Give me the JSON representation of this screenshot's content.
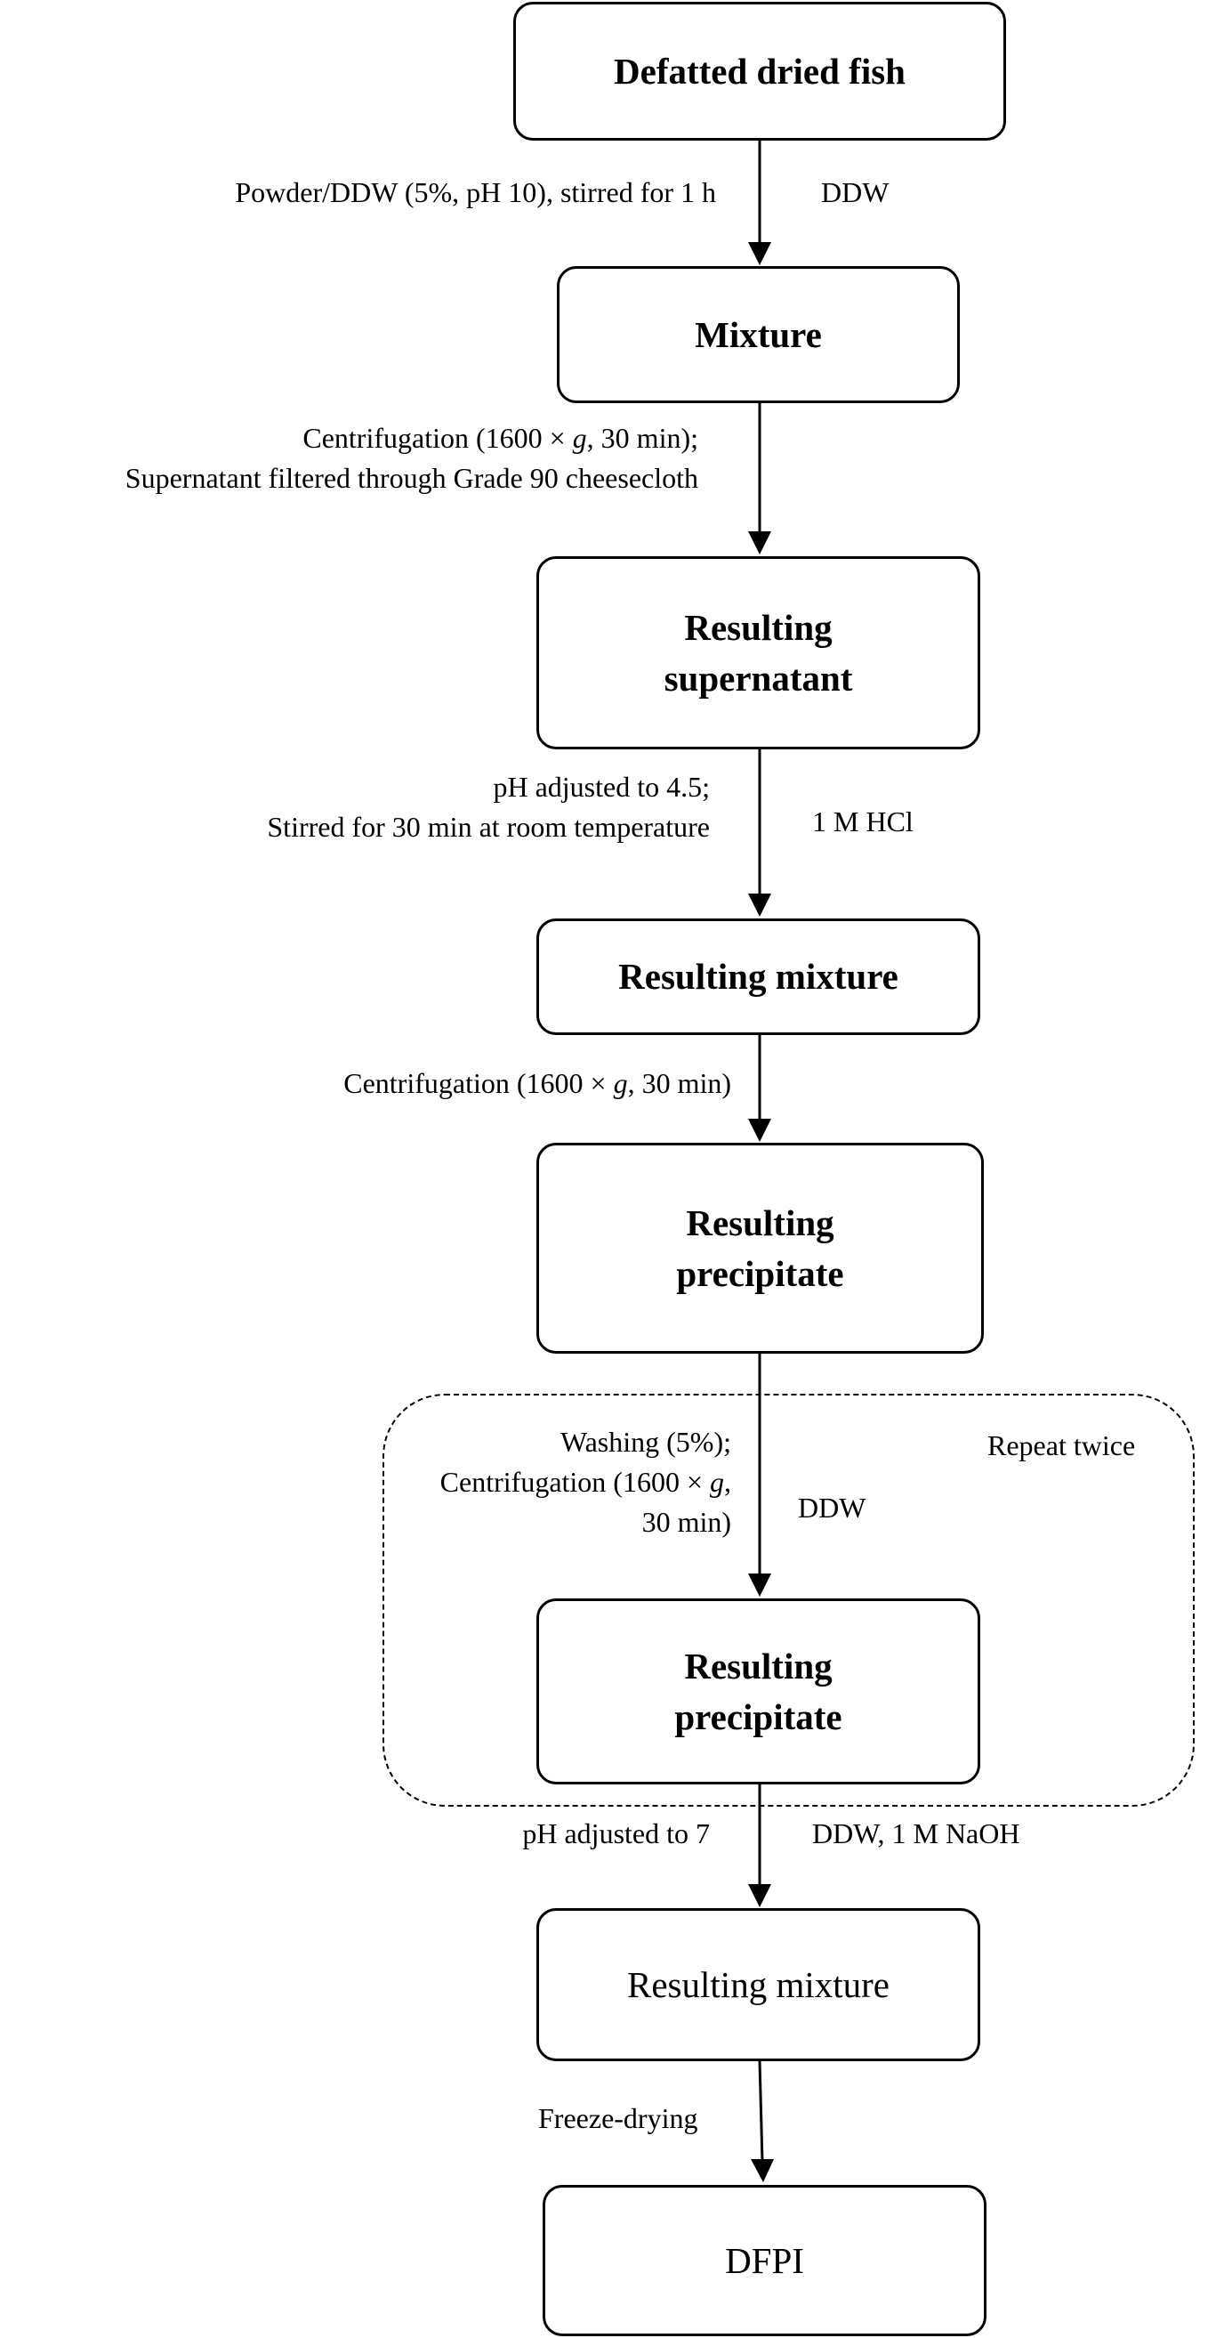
{
  "boxes": [
    {
      "id": "defatted-dried-fish",
      "label": "Defatted dried fish",
      "bold": true
    },
    {
      "id": "mixture",
      "label": "Mixture",
      "bold": true
    },
    {
      "id": "resulting-supernatant",
      "label": "Resulting\nsupernatant",
      "bold": true
    },
    {
      "id": "resulting-mixture-1",
      "label": "Resulting mixture",
      "bold": true
    },
    {
      "id": "resulting-precipitate-1",
      "label": "Resulting\nprecipitate",
      "bold": true
    },
    {
      "id": "resulting-precipitate-2",
      "label": "Resulting\nprecipitate",
      "bold": true
    },
    {
      "id": "resulting-mixture-2",
      "label": "Resulting mixture",
      "bold": false
    },
    {
      "id": "dfpi",
      "label": "DFPI",
      "bold": false
    }
  ],
  "steps": [
    {
      "conditions": [
        "Powder/DDW (5%, pH 10), stirred for 1 h"
      ],
      "reagent": "DDW"
    },
    {
      "conditions": [
        "Centrifugation (1600 × g, 30 min);",
        "Supernatant filtered through Grade 90 cheesecloth"
      ],
      "reagent": ""
    },
    {
      "conditions": [
        "pH adjusted to 4.5;",
        "Stirred for 30 min at room temperature"
      ],
      "reagent": "1 M HCl"
    },
    {
      "conditions": [
        "Centrifugation (1600 × g, 30 min)"
      ],
      "reagent": ""
    },
    {
      "conditions": [
        "Washing (5%);",
        "Centrifugation (1600 × g,",
        "30 min)"
      ],
      "reagent": "DDW"
    },
    {
      "conditions": [
        "pH adjusted to 7"
      ],
      "reagent": "DDW, 1 M NaOH"
    },
    {
      "conditions": [
        "Freeze-drying"
      ],
      "reagent": ""
    }
  ],
  "repeat_group": {
    "label": "Repeat twice"
  }
}
